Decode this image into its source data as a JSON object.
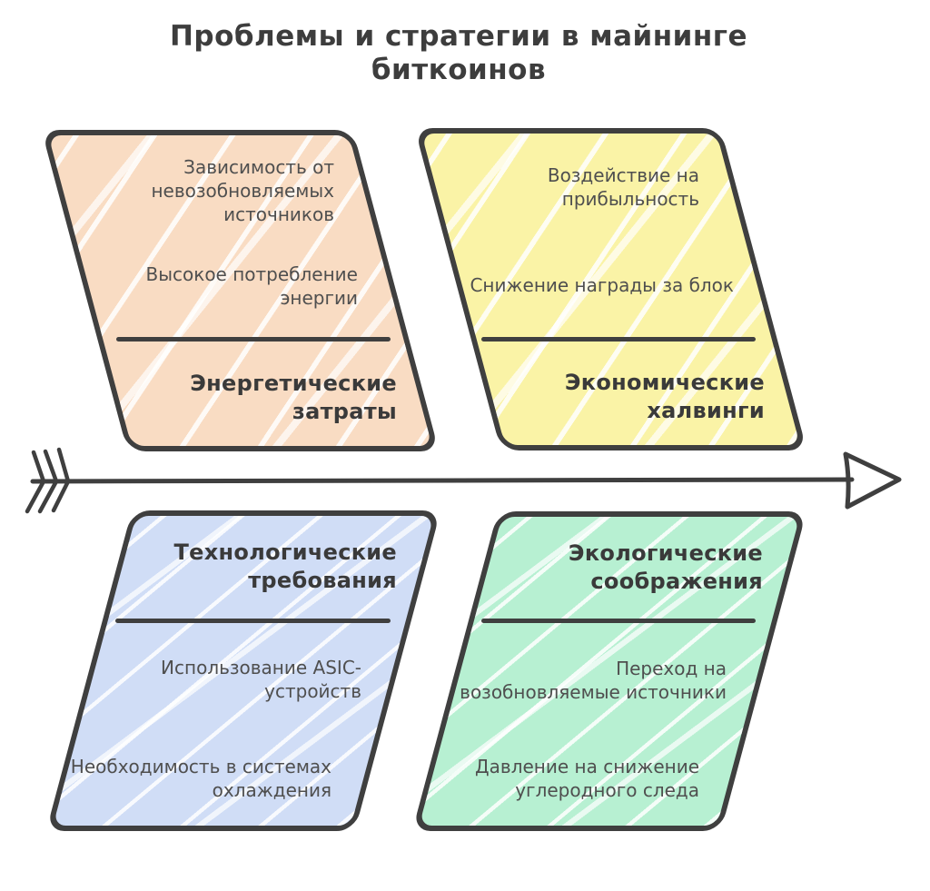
{
  "title": "Проблемы и стратегии в майнинге\nбиткоинов",
  "colors": {
    "background": "#ffffff",
    "stroke": "#3f3f3f",
    "body_text": "#4f4f4f",
    "heading_text": "#3a3a3a"
  },
  "spine": {
    "direction": "left-to-right"
  },
  "quadrants": [
    {
      "id": "energy-costs",
      "position": "top-left",
      "fill": "#f9dcc3",
      "heading": "Энергетические\nзатраты",
      "items": [
        "Зависимость от\nневозобновляемых\nисточников",
        "Высокое потребление\nэнергии"
      ]
    },
    {
      "id": "economic-halvings",
      "position": "top-right",
      "fill": "#faf3a6",
      "heading": "Экономические\nхалвинги",
      "items": [
        "Воздействие на\nприбыльность",
        "Снижение награды за блок"
      ]
    },
    {
      "id": "technological-requirements",
      "position": "bottom-left",
      "fill": "#d0ddf6",
      "heading": "Технологические\nтребования",
      "items": [
        "Использование ASIC-\nустройств",
        "Необходимость в системах\nохлаждения"
      ]
    },
    {
      "id": "ecological-considerations",
      "position": "bottom-right",
      "fill": "#b7f0d2",
      "heading": "Экологические\nсоображения",
      "items": [
        "Переход на\nвозобновляемые источники",
        "Давление на снижение\nуглеродного следа"
      ]
    }
  ]
}
